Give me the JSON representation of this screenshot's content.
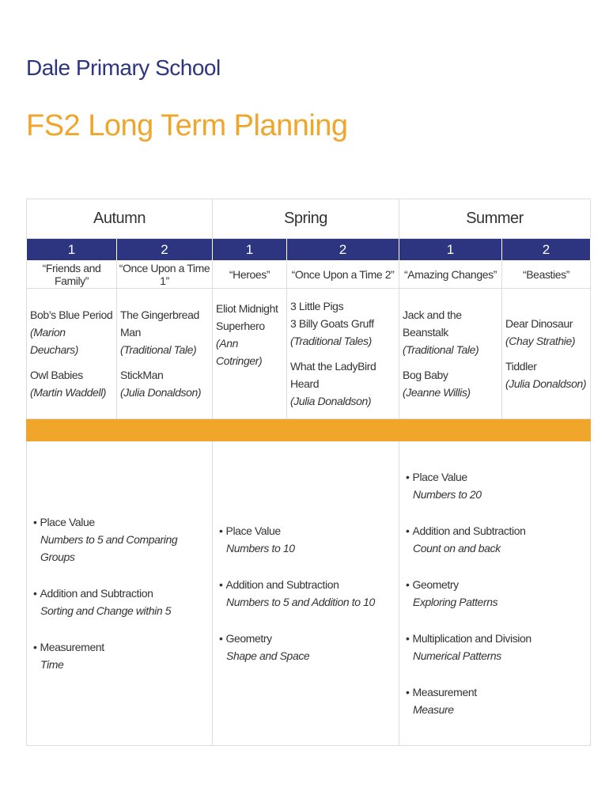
{
  "school_name": "Dale Primary School",
  "doc_title": "FS2 Long Term Planning",
  "terms": [
    "Autumn",
    "Spring",
    "Summer"
  ],
  "halves": [
    "1",
    "2",
    "1",
    "2",
    "1",
    "2"
  ],
  "topics": [
    "“Friends and Family”",
    "“Once Upon a Time 1”",
    "“Heroes”",
    "“Once Upon a Time 2”",
    "“Amazing Changes”",
    "“Beasties”"
  ],
  "books": [
    [
      {
        "title": "Bob’s Blue Period",
        "author": "(Marion Deuchars)"
      },
      {
        "title": "Owl Babies",
        "author": "(Martin Waddell)"
      }
    ],
    [
      {
        "title": "The Gingerbread Man",
        "author": "(Traditional Tale)"
      },
      {
        "title": "StickMan",
        "author": "(Julia Donaldson)"
      }
    ],
    [
      {
        "title": "Eliot Midnight Superhero",
        "author": "(Ann Cotringer)"
      }
    ],
    [
      {
        "title": "3 Little Pigs",
        "title2": "3 Billy Goats Gruff",
        "author": "(Traditional Tales)"
      },
      {
        "title": "What the LadyBird Heard",
        "author": "(Julia Donaldson)"
      }
    ],
    [
      {
        "title": "Jack and the Beanstalk",
        "author": "(Traditional Tale)"
      },
      {
        "title": "Bog Baby",
        "author": "(Jeanne Willis)"
      }
    ],
    [
      {
        "title": "Dear Dinosaur",
        "author": "(Chay Strathie)"
      },
      {
        "title": "Tiddler",
        "author": "(Julia Donaldson)"
      }
    ]
  ],
  "maths": {
    "autumn": [
      {
        "heading": "Place Value",
        "sub": "Numbers to 5 and Comparing Groups"
      },
      {
        "heading": "Addition and Subtraction",
        "sub": "Sorting and Change within 5"
      },
      {
        "heading": "Measurement",
        "sub": "Time"
      }
    ],
    "spring": [
      {
        "heading": "Place Value",
        "sub": "Numbers to 10"
      },
      {
        "heading": "Addition and Subtraction",
        "sub": "Numbers to 5 and Addition to 10"
      },
      {
        "heading": "Geometry",
        "sub": "Shape and Space"
      }
    ],
    "summer": [
      {
        "heading": "Place Value",
        "sub": "Numbers to 20"
      },
      {
        "heading": "Addition and Subtraction",
        "sub": "Count on and back"
      },
      {
        "heading": "Geometry",
        "sub": "Exploring Patterns"
      },
      {
        "heading": "Multiplication and Division",
        "sub": "Numerical Patterns"
      },
      {
        "heading": "Measurement",
        "sub": "Measure"
      }
    ]
  },
  "colors": {
    "navy": "#2e3580",
    "orange": "#f0a52b"
  }
}
